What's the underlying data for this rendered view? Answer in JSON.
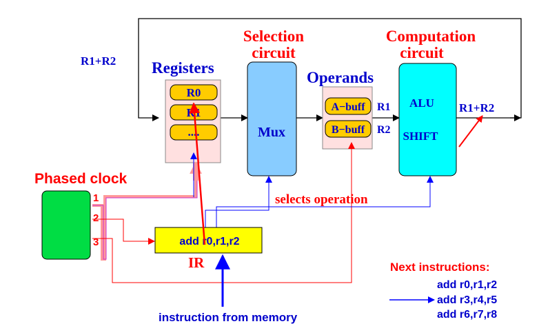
{
  "labels": {
    "r1_plus_r2_left": "R1+R2",
    "registers_title": "Registers",
    "selection_line1": "Selection",
    "selection_line2": "circuit",
    "operands_title": "Operands",
    "computation_line1": "Computation",
    "computation_line2": "circuit",
    "mux": "Mux",
    "alu": "ALU",
    "shift": "SHIFT",
    "r1_plus_r2_right": "R1+R2",
    "a_buff": "A−buff",
    "b_buff": "B−buff",
    "a_buff_tag": "R1",
    "b_buff_tag": "R2",
    "phased_clock": "Phased clock",
    "clock_1": "1",
    "clock_2": "2",
    "clock_3": "3",
    "selects_operation": "selects operation",
    "ir_instruction": "add r0,r1,r2",
    "ir_label": "IR",
    "instruction_from_memory": "instruction from memory",
    "next_instructions_title": "Next instructions:"
  },
  "registers": [
    "R0",
    "R1",
    "...."
  ],
  "next_instructions": [
    "add r0,r1,r2",
    "add r3,r4,r5",
    "add r6,r7,r8"
  ],
  "colors": {
    "blue_text": "#0000cc",
    "red_text": "#ff0000",
    "register_panel": "#ffe0e0",
    "register_slot": "#ffcc00",
    "mux": "#88ccff",
    "alu": "#00ffff",
    "clock_box": "#00dd44",
    "ir_box": "#ffff00"
  }
}
